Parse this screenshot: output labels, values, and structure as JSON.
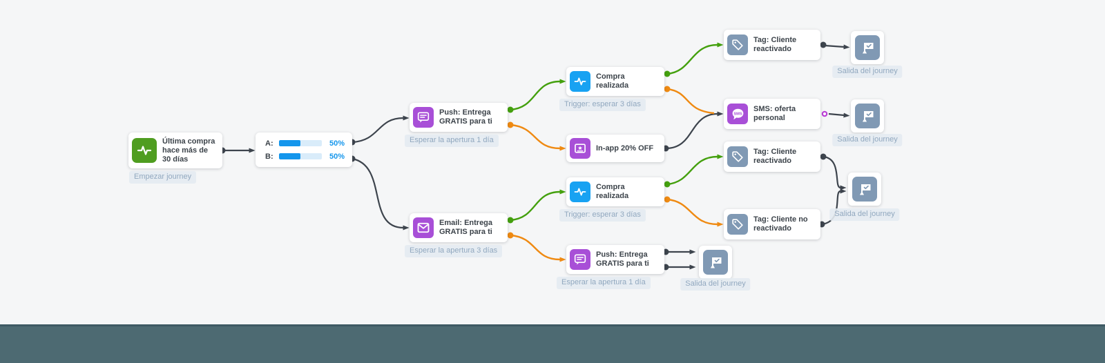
{
  "app": {
    "name": "journey-builder-canvas"
  },
  "colors": {
    "background": "#f5f6f7",
    "bottom_bar": "#4d6a72",
    "bottom_bar_edge": "#3e5a64",
    "accent_blue": "#1496ec",
    "icon_green": "#4f9d20",
    "icon_blue": "#18a2f2",
    "icon_purple": "#a84fd7",
    "icon_slate": "#8099b4",
    "edge_dark": "#3d444d",
    "edge_green": "#44a00e",
    "edge_orange": "#ef8a12",
    "port_ring_purple": "#bb3fd6",
    "note_text": "#91a8bf"
  },
  "nodes": {
    "start": {
      "title": "Última compra hace más de 30 días",
      "note": "Empezar journey"
    },
    "ab_split": {
      "a_label": "A:",
      "a_value": "50%",
      "b_label": "B:",
      "b_value": "50%"
    },
    "push_1": {
      "title": "Push: Entrega GRATIS para ti",
      "note": "Esperar la apertura 1 día"
    },
    "email_1": {
      "title": "Email: Entrega GRATIS para ti",
      "note": "Esperar la apertura 3 días"
    },
    "purchase_1": {
      "title": "Compra realizada",
      "note": "Trigger: esperar 3 días"
    },
    "inapp_1": {
      "title": "In-app 20% OFF"
    },
    "purchase_2": {
      "title": "Compra realizada",
      "note": "Trigger: esperar 3 días"
    },
    "push_2": {
      "title": "Push: Entrega GRATIS para ti",
      "note": "Esperar la apertura 1 día"
    },
    "tag_1": {
      "title": "Tag: Cliente reactivado"
    },
    "sms_1": {
      "title": "SMS: oferta personal",
      "icon_text": "SMS"
    },
    "tag_2": {
      "title": "Tag: Cliente reactivado"
    },
    "tag_3": {
      "title": "Tag: Cliente no reactivado"
    },
    "exit_1": {
      "note": "Salida del journey"
    },
    "exit_2": {
      "note": "Salida del journey"
    },
    "exit_3": {
      "note": "Salida del journey"
    },
    "exit_4": {
      "note": "Salida del journey"
    }
  },
  "connections": [
    {
      "from": "start",
      "to": "ab_split",
      "color": "dark"
    },
    {
      "from": "ab_split:A",
      "to": "push_1",
      "color": "dark"
    },
    {
      "from": "ab_split:B",
      "to": "email_1",
      "color": "dark"
    },
    {
      "from": "push_1:opened",
      "to": "purchase_1",
      "color": "green"
    },
    {
      "from": "push_1:not_opened",
      "to": "inapp_1",
      "color": "orange"
    },
    {
      "from": "email_1:opened",
      "to": "purchase_2",
      "color": "green"
    },
    {
      "from": "email_1:not_opened",
      "to": "push_2",
      "color": "orange"
    },
    {
      "from": "purchase_1:yes",
      "to": "tag_1",
      "color": "green"
    },
    {
      "from": "purchase_1:no",
      "to": "sms_1",
      "color": "orange"
    },
    {
      "from": "inapp_1",
      "to": "sms_1",
      "color": "dark"
    },
    {
      "from": "purchase_2:yes",
      "to": "tag_2",
      "color": "green"
    },
    {
      "from": "purchase_2:no",
      "to": "tag_3",
      "color": "orange"
    },
    {
      "from": "tag_1",
      "to": "exit_1",
      "color": "dark"
    },
    {
      "from": "sms_1",
      "to": "exit_2",
      "color": "dark"
    },
    {
      "from": "tag_2",
      "to": "exit_3",
      "color": "dark"
    },
    {
      "from": "tag_3",
      "to": "exit_3",
      "color": "dark"
    },
    {
      "from": "push_2:a",
      "to": "exit_4",
      "color": "dark"
    },
    {
      "from": "push_2:b",
      "to": "exit_4",
      "color": "dark"
    }
  ]
}
